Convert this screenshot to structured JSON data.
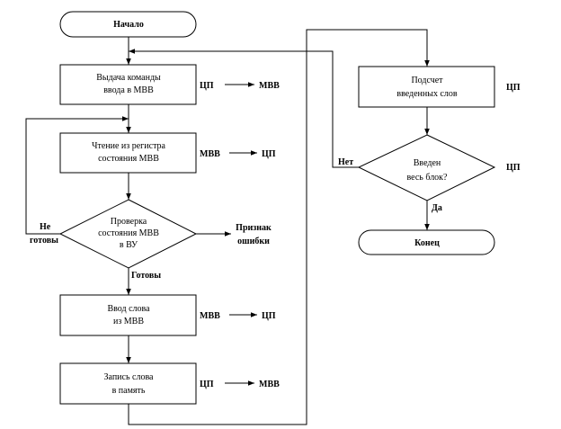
{
  "nodes": {
    "start": "Начало",
    "issue_cmd": [
      "Выдача команды",
      "ввода в МВВ"
    ],
    "read_status": [
      "Чтение из регистра",
      "состояния МВВ"
    ],
    "check_status": [
      "Проверка",
      "состояния МВВ",
      "в ВУ"
    ],
    "input_word": [
      "Ввод слова",
      "из МВВ"
    ],
    "write_word": [
      "Запись слова",
      "в память"
    ],
    "count_words": [
      "Подсчет",
      "введенных слов"
    ],
    "whole_block": [
      "Введен",
      "весь блок?"
    ],
    "end": "Конец"
  },
  "side_labels": {
    "issue_cmd": {
      "from": "ЦП",
      "to": "МВВ"
    },
    "read_status": {
      "from": "МВВ",
      "to": "ЦП"
    },
    "input_word": {
      "from": "МВВ",
      "to": "ЦП"
    },
    "write_word": {
      "from": "ЦП",
      "to": "МВВ"
    },
    "count_words": "ЦП",
    "whole_block": "ЦП"
  },
  "edge_labels": {
    "not_ready": [
      "Не",
      "готовы"
    ],
    "ready": "Готовы",
    "error_sign": [
      "Признак",
      "ошибки"
    ],
    "no": "Нет",
    "yes": "Да"
  }
}
